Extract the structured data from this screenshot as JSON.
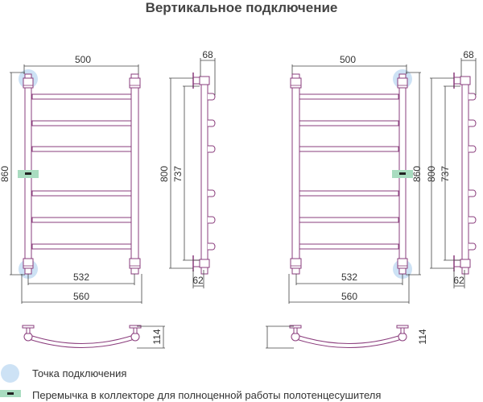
{
  "title": "Вертикальное подключение",
  "dimensions": {
    "width_axes": "500",
    "height_total": "860",
    "height_axes": "800",
    "height_inner": "737",
    "depth_top": "68",
    "depth_bottom": "62",
    "width_outer": "532",
    "width_total": "560",
    "depth_bend": "114"
  },
  "legend": {
    "connection_point": "Точка подключения",
    "jumper": "Перемычка в коллекторе для полноценной работы полотенцесушителя"
  },
  "colors": {
    "pipe": "#8a3c7c",
    "connection": "#cde2f5",
    "jumper": "#a9dcc0",
    "dimension": "#444444"
  }
}
